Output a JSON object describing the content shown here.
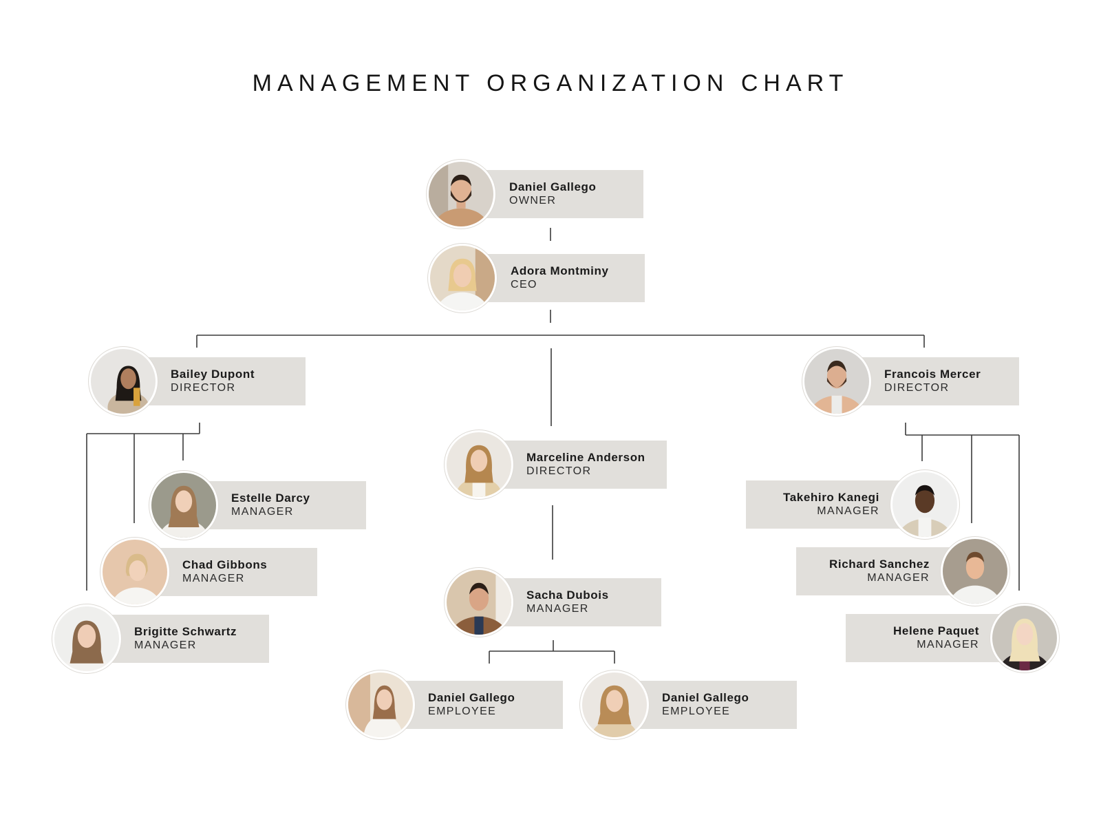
{
  "title": "MANAGEMENT ORGANIZATION CHART",
  "colors": {
    "card_bg": "#e1dfdb",
    "connector": "#3a3a3a",
    "background": "#ffffff"
  },
  "people": {
    "owner": {
      "name": "Daniel Gallego",
      "role": "OWNER",
      "photo": "man-beard-tan-jacket-photo"
    },
    "ceo": {
      "name": "Adora Montminy",
      "role": "CEO",
      "photo": "woman-blonde-white-shirt-photo"
    },
    "bailey": {
      "name": "Bailey Dupont",
      "role": "DIRECTOR",
      "photo": "woman-dark-hair-seated-photo"
    },
    "marceline": {
      "name": "Marceline Anderson",
      "role": "DIRECTOR",
      "photo": "woman-curly-hair-photo"
    },
    "francois": {
      "name": "Francois Mercer",
      "role": "DIRECTOR",
      "photo": "man-beard-peach-jacket-photo"
    },
    "estelle": {
      "name": "Estelle Darcy",
      "role": "MANAGER",
      "photo": "woman-long-hair-white-top-photo"
    },
    "chad": {
      "name": "Chad Gibbons",
      "role": "MANAGER",
      "photo": "woman-blonde-bun-photo"
    },
    "brigitte": {
      "name": "Brigitte Schwartz",
      "role": "MANAGER",
      "photo": "woman-smiling-long-hair-photo"
    },
    "sacha": {
      "name": "Sacha Dubois",
      "role": "MANAGER",
      "photo": "man-smiling-brown-jacket-photo"
    },
    "takehiro": {
      "name": "Takehiro Kanegi",
      "role": "MANAGER",
      "photo": "man-plaid-shirt-photo"
    },
    "richard": {
      "name": "Richard Sanchez",
      "role": "MANAGER",
      "photo": "man-white-shirt-photo"
    },
    "helene": {
      "name": "Helene Paquet",
      "role": "MANAGER",
      "photo": "woman-platinum-blonde-photo"
    },
    "employee1": {
      "name": "Daniel Gallego",
      "role": "EMPLOYEE",
      "photo": "woman-white-blouse-photo"
    },
    "employee2": {
      "name": "Daniel Gallego",
      "role": "EMPLOYEE",
      "photo": "woman-wavy-hair-photo"
    }
  }
}
